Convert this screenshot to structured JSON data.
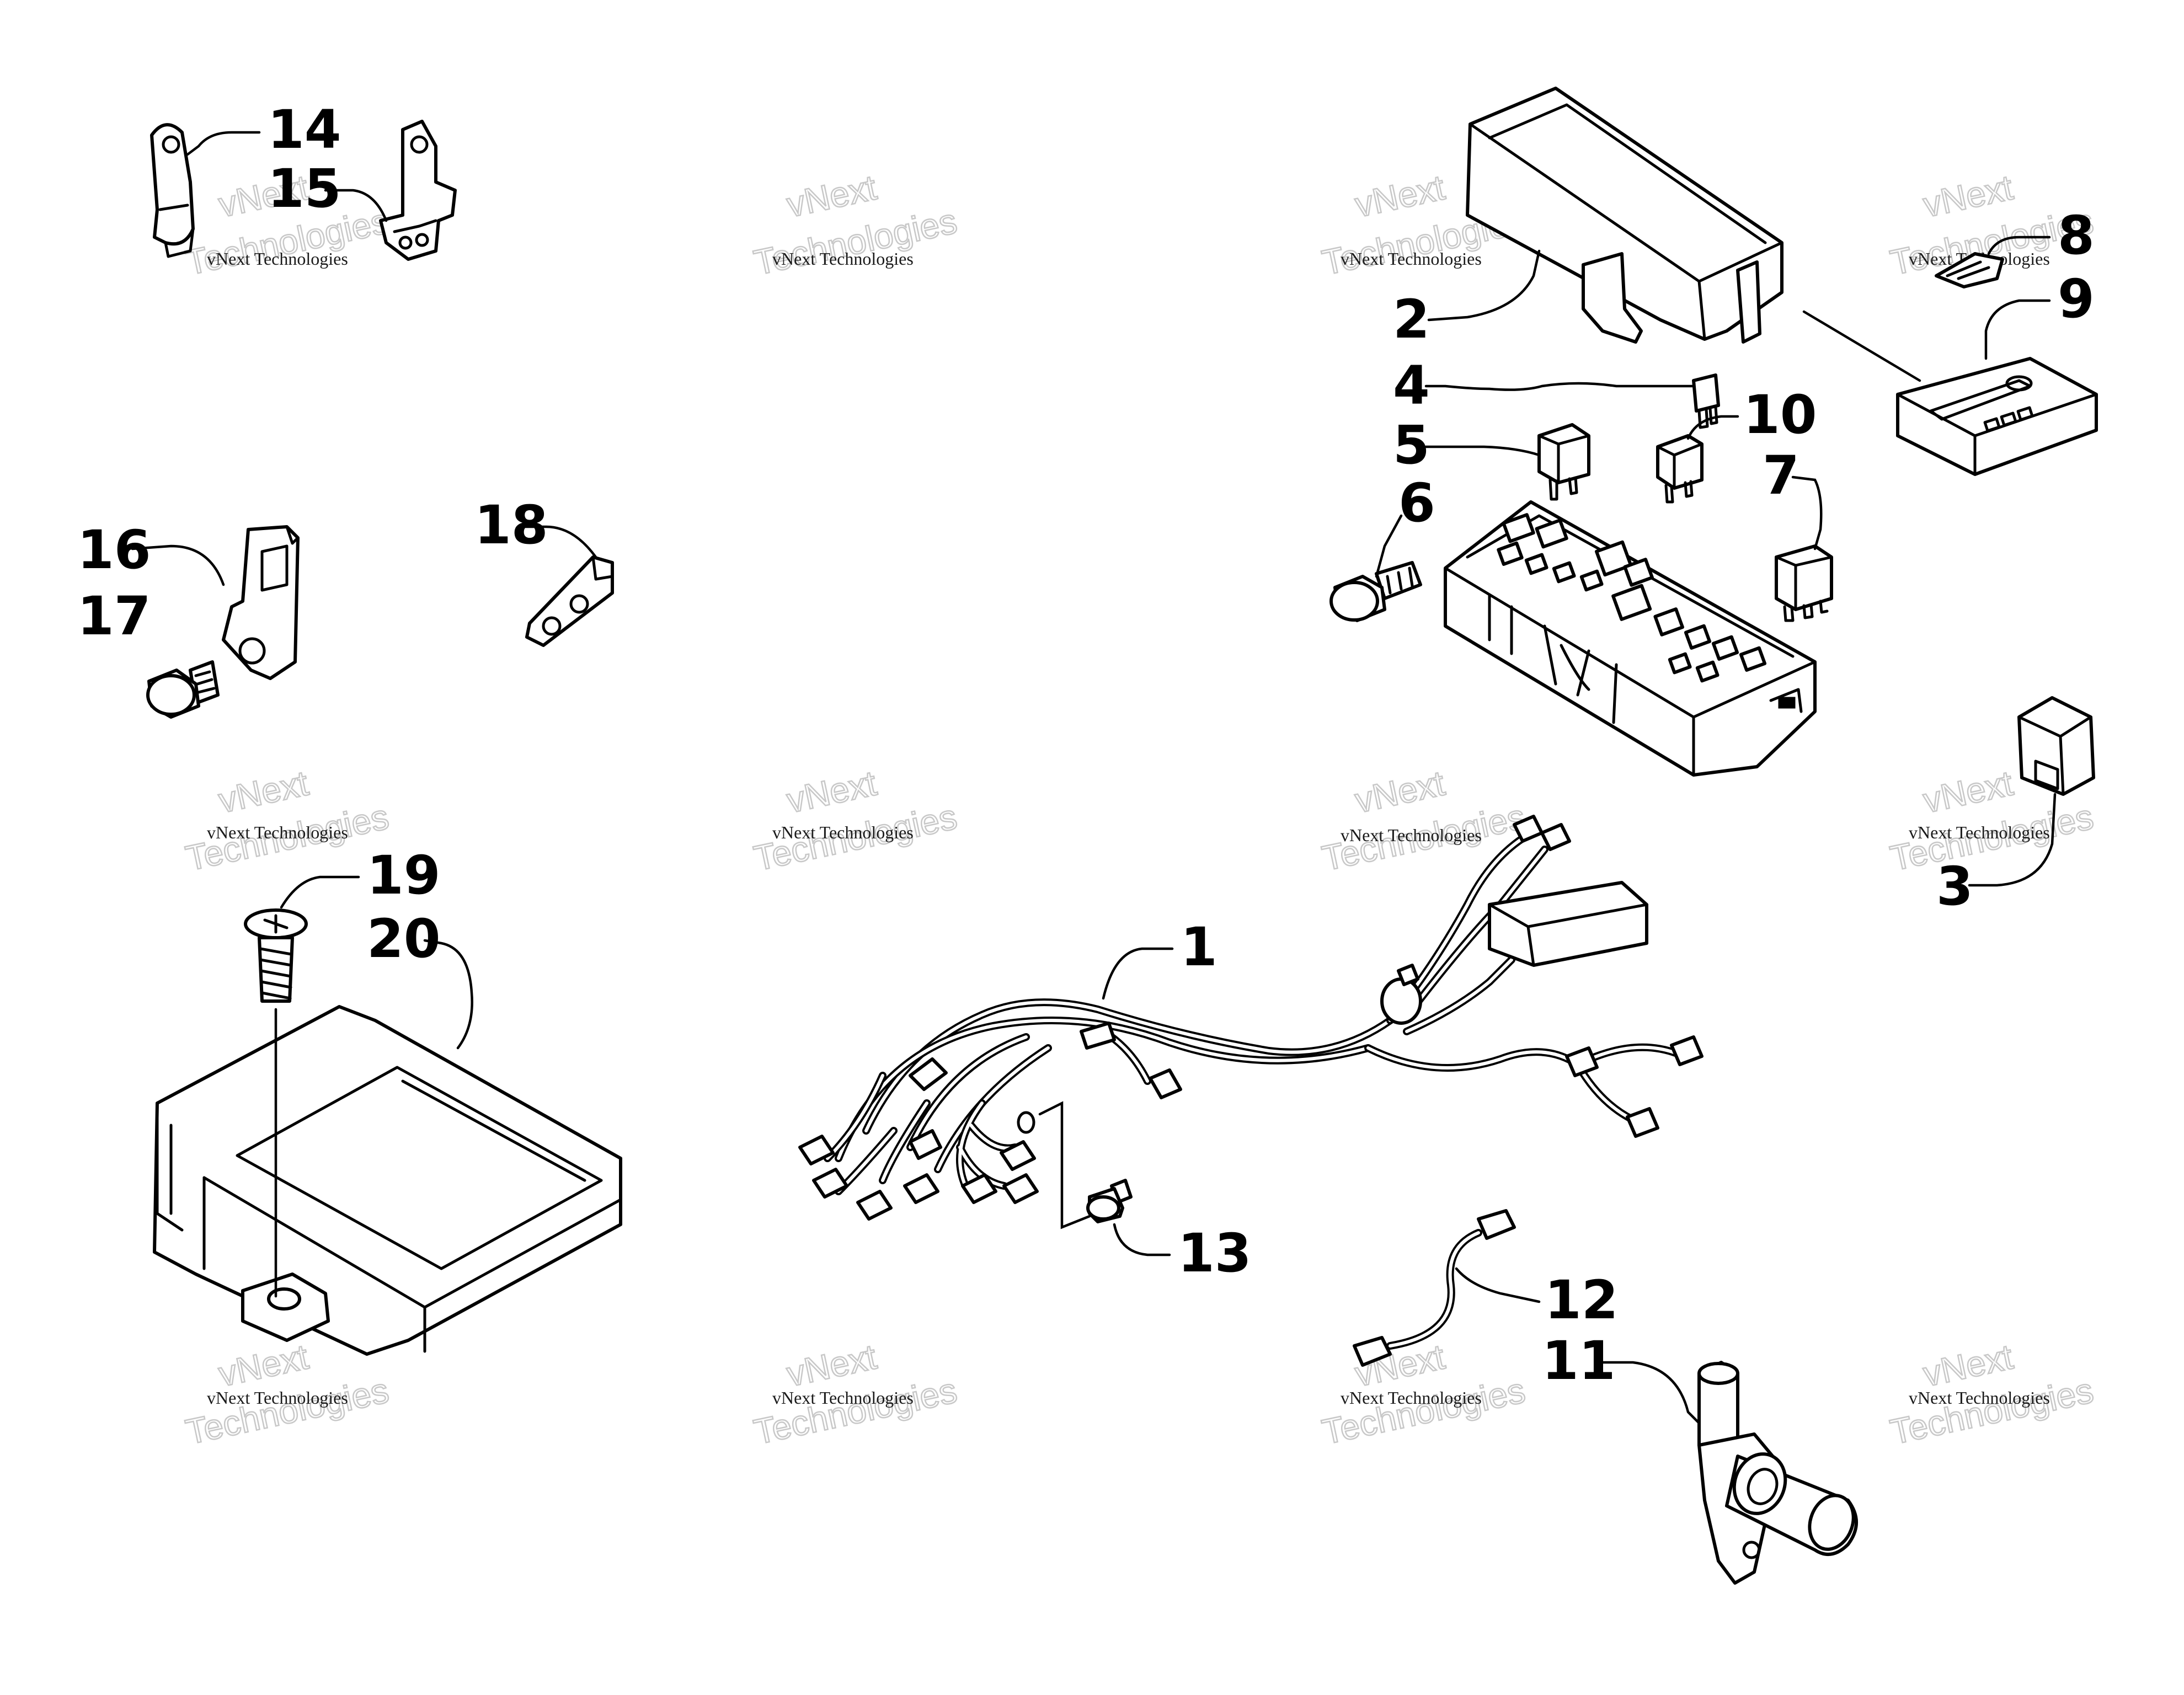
{
  "watermark": {
    "line1": "vNext Technologies",
    "line2": "vNext",
    "line3": "Technologies"
  },
  "callouts": [
    "1",
    "2",
    "3",
    "4",
    "5",
    "6",
    "7",
    "8",
    "9",
    "10",
    "11",
    "12",
    "13",
    "14",
    "15",
    "16",
    "17",
    "18",
    "19",
    "20"
  ],
  "colors": {
    "ink": "#000000",
    "paper": "#ffffff",
    "watermark_outline": "#c8c8c8"
  }
}
